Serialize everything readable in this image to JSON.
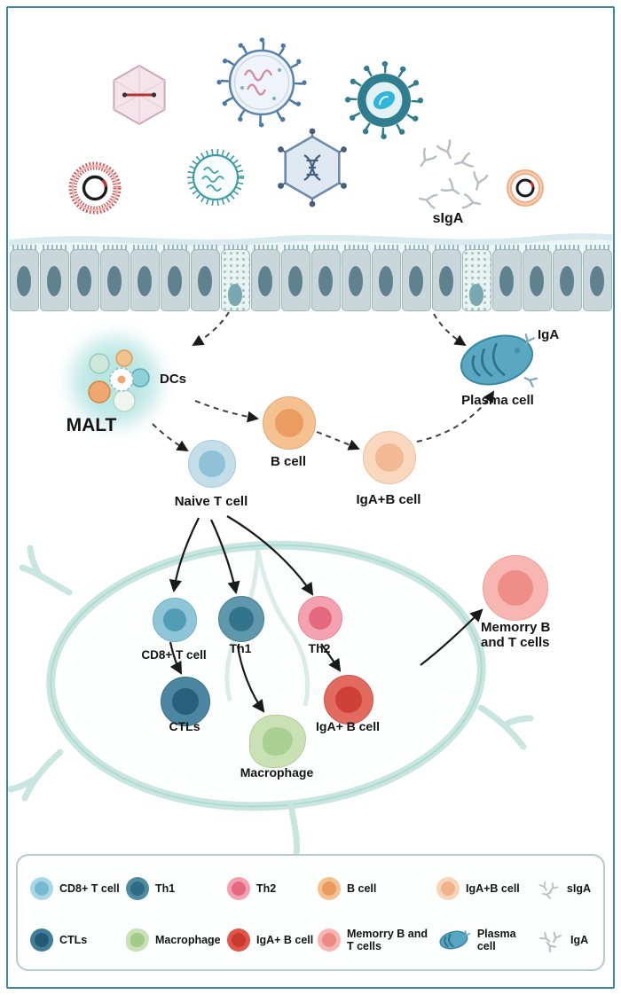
{
  "palette": {
    "frame": "#3e88a5",
    "arrow_solid": "#1a1a1a",
    "arrow_dashed": "#3f3f3f",
    "lymph_node_stroke": "#c8e6df",
    "epithelium_cell": "#c9d7da",
    "epithelium_nucleus": "#5f828e",
    "malt_glow": "#7fd0cb",
    "naive_t_cell": "#8fc2d6",
    "b_cell": "#eb9c60",
    "iga_b_cell": "#f2ba94",
    "plasma_cell": "#58a8c3",
    "memory_cell": "#ef8d88",
    "cd8_t_cell": "#539cb6",
    "th1": "#32748c",
    "th2": "#e4697f",
    "ctls": "#275f7c",
    "macrophage": "#aacf92",
    "iga_b_cell_red": "#cf4136",
    "antibody_gray": "#b7bdc2"
  },
  "icons": [
    "viral-capsid-icon",
    "spiky-virus-icon",
    "enveloped-virus-icon",
    "plasmid-icon",
    "rotavirus-icon",
    "dna-nanoparticle-icon",
    "mini-plasmid-icon",
    "antibody-icon",
    "dendritic-cell-cluster-icon"
  ],
  "labels": {
    "siga": "sIgA",
    "dcs": "DCs",
    "malt": "MALT",
    "b_cell": "B cell",
    "naive_t": "Naive T cell",
    "iga_b": "IgA+B cell",
    "plasma": "Plasma cell",
    "iga": "IgA",
    "cd8": "CD8+ T cell",
    "th1": "Th1",
    "th2": "Th2",
    "ctls": "CTLs",
    "macrophage": "Macrophage",
    "iga_b_node": "IgA+ B cell",
    "memory": "Memorry B and T cells"
  },
  "legend": {
    "rows": [
      [
        {
          "label": "CD8+ T cell",
          "color": "#a9d7e6"
        },
        {
          "label": "Th1",
          "color": "#4f8ba0"
        },
        {
          "label": "Th2",
          "color": "#f4a0b0"
        },
        {
          "label": "B cell",
          "color": "#f5c190"
        },
        {
          "label": "IgA+B cell",
          "color": "#f8d4b9"
        },
        {
          "label": "sIgA",
          "color": "#b7bdc2"
        }
      ],
      [
        {
          "label": "CTLs",
          "color": "#417e95"
        },
        {
          "label": "Macrophage",
          "color": "#cae1b6"
        },
        {
          "label": "IgA+ B cell",
          "color": "#e0564b"
        },
        {
          "label": "Memorry B and T cells",
          "color": "#f7b6b1"
        },
        {
          "label": "Plasma cell",
          "color": "#57a7c2"
        },
        {
          "label": "IgA",
          "color": "#b7bdc2"
        }
      ]
    ]
  }
}
